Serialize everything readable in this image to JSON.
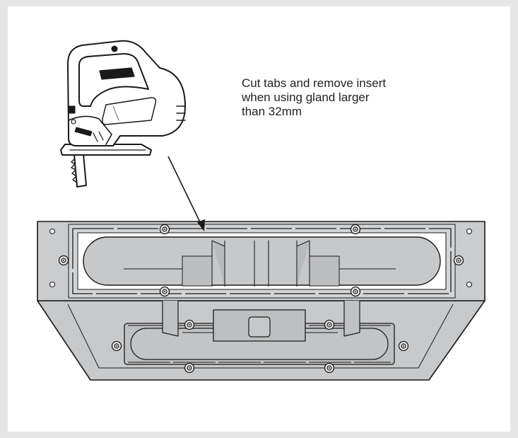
{
  "instruction": {
    "lines": [
      "Cut tabs and remove insert",
      "when using gland larger",
      "than 32mm"
    ]
  },
  "icons": [
    "jigsaw-icon",
    "screw-icon"
  ],
  "colors": {
    "background": "#e6e6e7",
    "panel": "#ffffff",
    "housing_fill": "#c8c9cb",
    "housing_dark": "#b4b5b7",
    "line": "#1a1a1a"
  }
}
